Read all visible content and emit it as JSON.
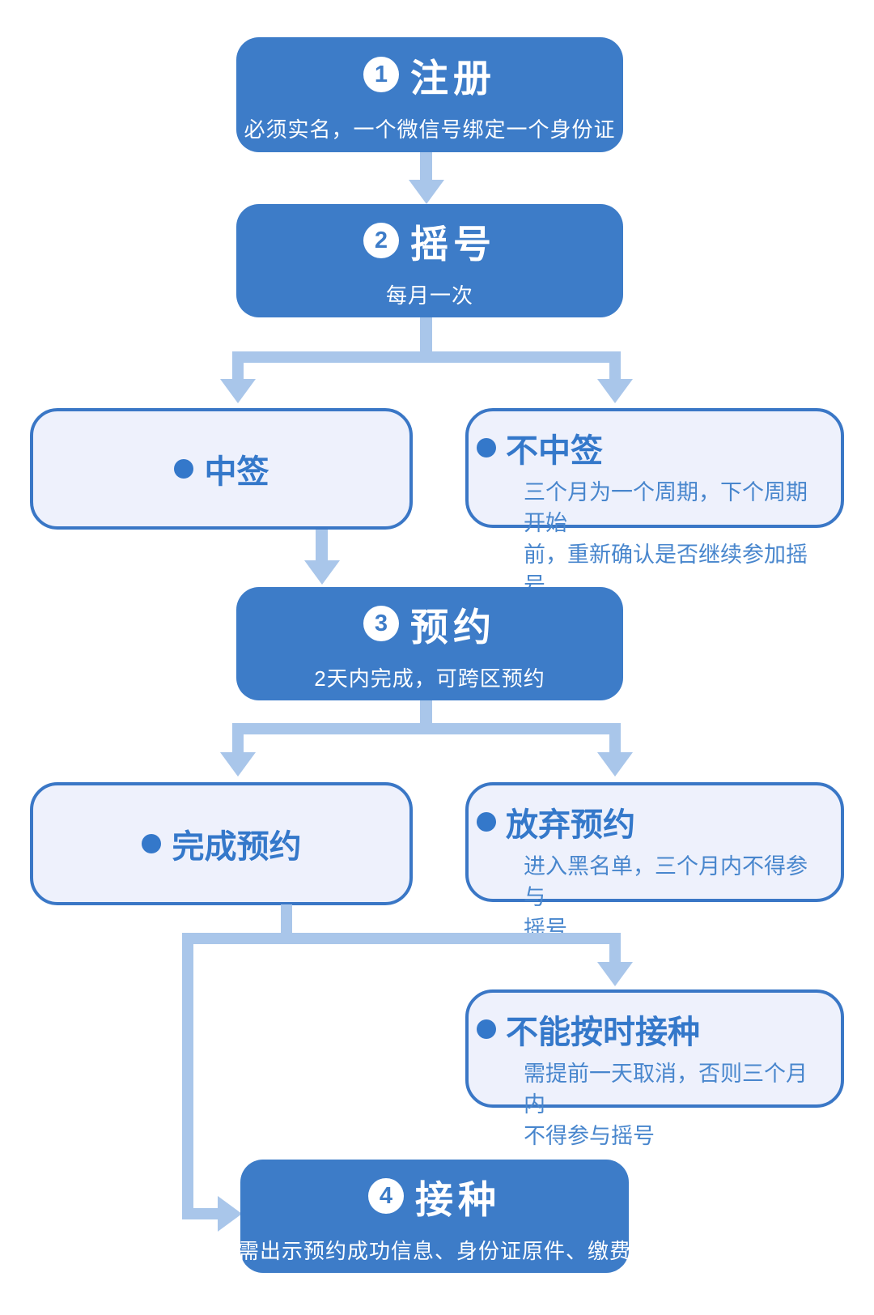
{
  "colors": {
    "step_fill": "#3d7cc8",
    "step_text": "#ffffff",
    "outcome_fill": "#eef1fc",
    "outcome_border": "#3a77c6",
    "outcome_title_text": "#3478ca",
    "outcome_detail_text": "#4886cd",
    "connector": "#a9c6ea",
    "background": "#ffffff"
  },
  "icons": {
    "bullet_dot": "●",
    "arrow_down": "▼",
    "arrow_right": "▶"
  },
  "steps": [
    {
      "number": "1",
      "title": "注册",
      "subtitle": "必须实名，一个微信号绑定一个身份证"
    },
    {
      "number": "2",
      "title": "摇号",
      "subtitle": "每月一次"
    },
    {
      "number": "3",
      "title": "预约",
      "subtitle": "2天内完成，可跨区预约"
    },
    {
      "number": "4",
      "title": "接种",
      "subtitle": "需出示预约成功信息、身份证原件、缴费"
    }
  ],
  "outcomes": [
    {
      "title": "中签",
      "detail_lines": []
    },
    {
      "title": "不中签",
      "detail_lines": [
        "三个月为一个周期，下个周期开始",
        "前，重新确认是否继续参加摇号"
      ]
    },
    {
      "title": "完成预约",
      "detail_lines": []
    },
    {
      "title": "放弃预约",
      "detail_lines": [
        "进入黑名单，三个月内不得参与",
        "摇号"
      ]
    },
    {
      "title": "不能按时接种",
      "detail_lines": [
        "需提前一天取消，否则三个月内",
        "不得参与摇号"
      ]
    }
  ]
}
